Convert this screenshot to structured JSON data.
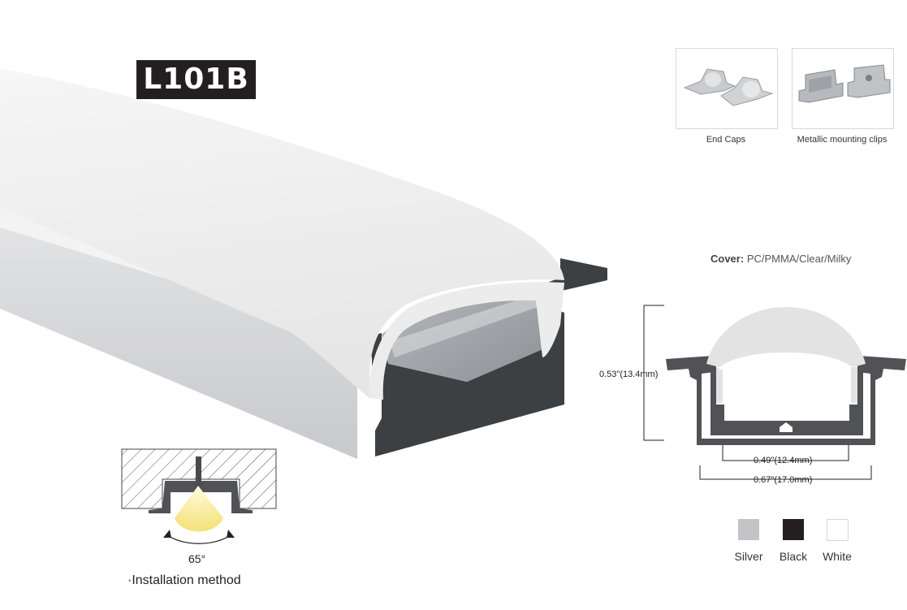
{
  "model": "L101B",
  "accessories": [
    {
      "caption": "End Caps",
      "icon": "end-caps-image"
    },
    {
      "caption": "Metallic mounting clips",
      "icon": "mounting-clips-image"
    }
  ],
  "cover": {
    "label": "Cover:",
    "value": "PC/PMMA/Clear/Milky"
  },
  "dimensions": {
    "height": "0.53\"(13.4mm)",
    "inner_width": "0.49\"(12.4mm)",
    "outer_width": "0.67\"(17.0mm)"
  },
  "colors": [
    {
      "label": "Silver",
      "hex": "#c3c3c8"
    },
    {
      "label": "Black",
      "hex": "#231f20"
    },
    {
      "label": "White",
      "hex": "#ffffff"
    }
  ],
  "installation": {
    "angle": "65°",
    "label": "·Installation method"
  }
}
